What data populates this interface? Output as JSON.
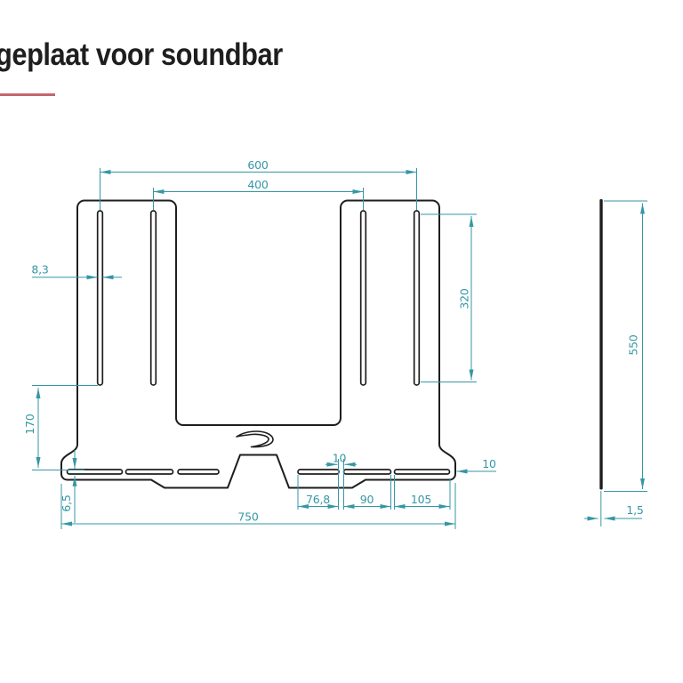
{
  "title": "geplaat voor soundbar",
  "colors": {
    "outline": "#1e1e1e",
    "dimension": "#3597a5",
    "accent_underline": "#c4666e",
    "background": "#ffffff"
  },
  "drawing": {
    "front_view": {
      "dims": {
        "outer_slot_spacing": "600",
        "inner_slot_spacing": "400",
        "slot_width": "8,3",
        "slot_length": "320",
        "lower_section_height": "170",
        "bottom_slot_height": "6,5",
        "total_width": "750",
        "bottom_slot_small": "76,8",
        "bottom_slot_mid": "90",
        "bottom_slot_large": "105",
        "bottom_slot_gap": "10",
        "edge_clearance": "10"
      }
    },
    "side_view": {
      "dims": {
        "height": "550",
        "thickness": "1,5"
      }
    }
  }
}
